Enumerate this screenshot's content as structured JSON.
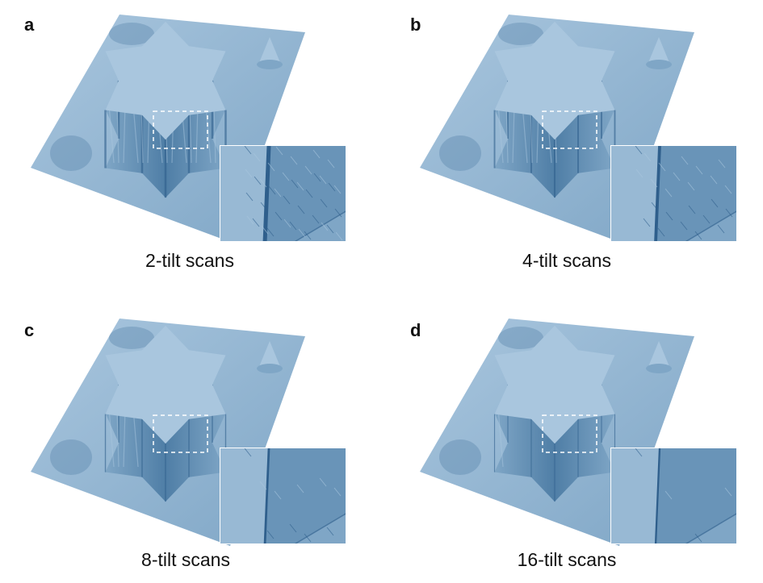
{
  "figure": {
    "panels": [
      {
        "letter": "a",
        "caption": "2-tilt scans",
        "roughness": 1.0
      },
      {
        "letter": "b",
        "caption": "4-tilt scans",
        "roughness": 0.6
      },
      {
        "letter": "c",
        "caption": "8-tilt scans",
        "roughness": 0.25
      },
      {
        "letter": "d",
        "caption": "16-tilt scans",
        "roughness": 0.1
      }
    ],
    "colors": {
      "surface": "#7fa6c6",
      "surface_light": "#a9c6de",
      "surface_dark": "#4f7ea6",
      "crease": "#2f5f8c",
      "selection": "#ffffff"
    }
  }
}
